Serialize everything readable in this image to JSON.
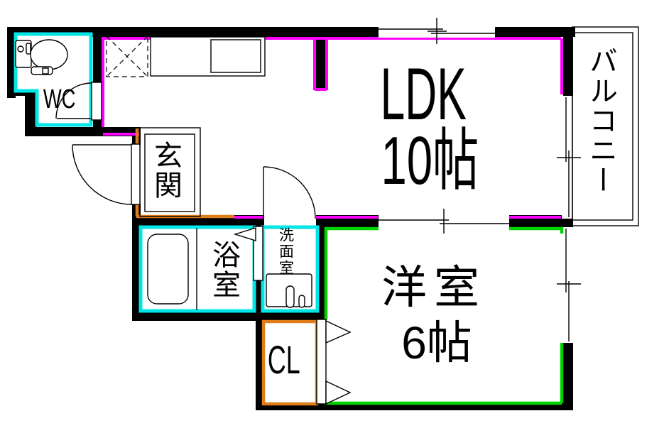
{
  "colors": {
    "wall": "#000000",
    "ldk": "#ff00ff",
    "wet": "#00e6e6",
    "room": "#00d300",
    "entry": "#e07d1a"
  },
  "rooms": {
    "wc": {
      "label": "WC"
    },
    "ldk": {
      "label": "LDK",
      "size": "10帖"
    },
    "balcony": {
      "label": "バルコニー"
    },
    "genkan": {
      "label": "玄関"
    },
    "bathroom": {
      "label": "浴室"
    },
    "washroom": {
      "label": "洗面室"
    },
    "closet": {
      "label": "CL"
    },
    "western_room": {
      "label": "洋室",
      "size": "6帖"
    }
  },
  "fixtures": [
    "toilet-icon",
    "refrigerator-space-icon",
    "kitchen-counter-icon",
    "kitchen-sink-icon",
    "bathtub-icon",
    "washbasin-icon"
  ]
}
